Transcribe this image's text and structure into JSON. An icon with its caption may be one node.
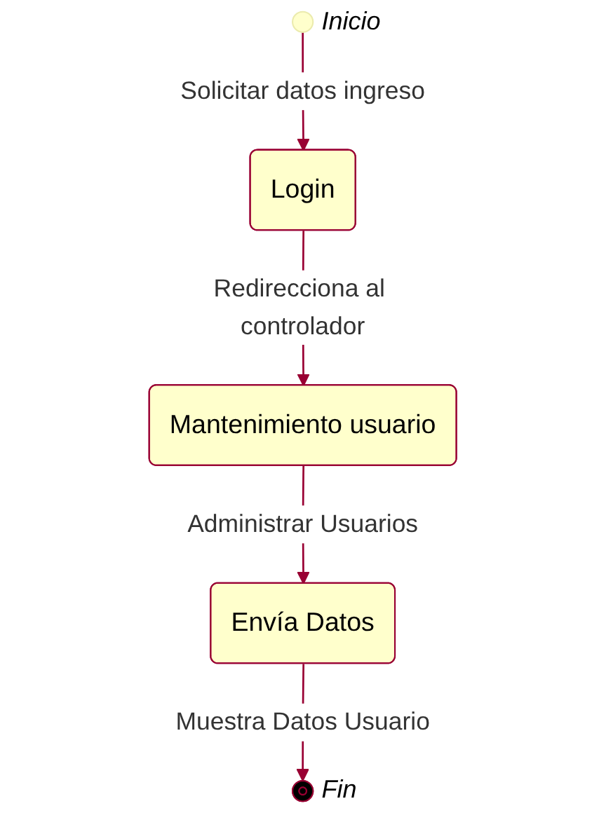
{
  "diagram": {
    "nodes": [
      {
        "text": [],
        "shape": "circle",
        "beside": [
          "Inicio"
        ]
      },
      {
        "text": [
          "Login"
        ]
      },
      {
        "text": [
          "Mantenimiento usuario"
        ]
      },
      {
        "text": [
          "Envía Datos"
        ]
      },
      {
        "text": [],
        "shape": "circle",
        "beside": [
          "Fin"
        ]
      }
    ],
    "edges": [
      {
        "from": 0,
        "to": 1,
        "arrow": "to",
        "label": "Solicitar datos ingreso"
      },
      {
        "from": 1,
        "to": 2,
        "arrow": "to",
        "label": "Redirecciona al controlador"
      },
      {
        "from": 2,
        "to": 3,
        "arrow": "to",
        "label": "Administrar Usuarios"
      },
      {
        "from": 3,
        "to": 4,
        "arrow": "to",
        "label": "Muestra Datos Usuario"
      }
    ]
  }
}
